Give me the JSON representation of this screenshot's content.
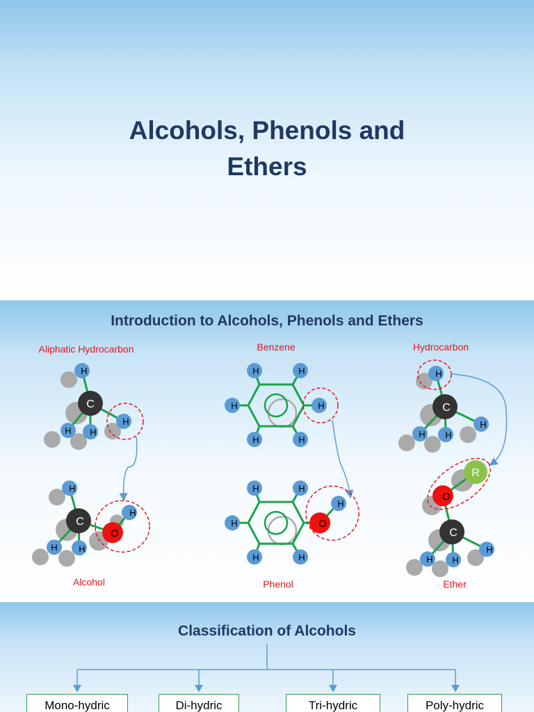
{
  "slide1": {
    "title_line1": "Alcohols, Phenols and",
    "title_line2": "Ethers"
  },
  "slide2": {
    "title": "Introduction to Alcohols, Phenols and Ethers",
    "labels": {
      "aliphatic": "Aliphatic Hydrocarbon",
      "benzene": "Benzene",
      "hydrocarbon": "Hydrocarbon",
      "alcohol": "Alcohol",
      "phenol": "Phenol",
      "ether": "Ether"
    },
    "atoms": {
      "h": "H",
      "c": "C",
      "o": "O",
      "r": "R"
    }
  },
  "slide3": {
    "title": "Classification of Alcohols",
    "boxes": [
      "Mono-hydric",
      "Di-hydric",
      "Tri-hydric",
      "Poly-hydric"
    ]
  },
  "colors": {
    "title": "#1f3864",
    "label": "#e8141c",
    "hydrogen": "#5b9bd5",
    "carbon": "#333333",
    "oxygen": "#ee1111",
    "r_group": "#8bc34a",
    "bond": "#1aa34a",
    "arrow": "#5b9bd5",
    "ghost": "#aaaaaa"
  }
}
